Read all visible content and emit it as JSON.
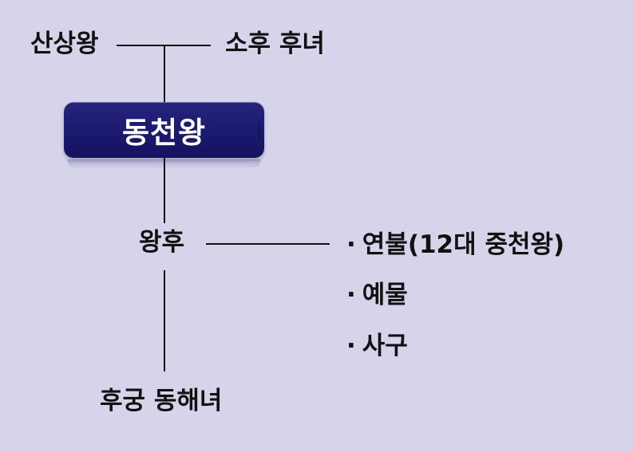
{
  "diagram": {
    "father": "산상왕",
    "mother": "소후 후녀",
    "king": "동천왕",
    "queen": "왕후",
    "consort": "후궁 동해녀",
    "children": [
      "연불(12대 중천왕)",
      "예물",
      "사구"
    ],
    "bullet_symbol": "·"
  }
}
